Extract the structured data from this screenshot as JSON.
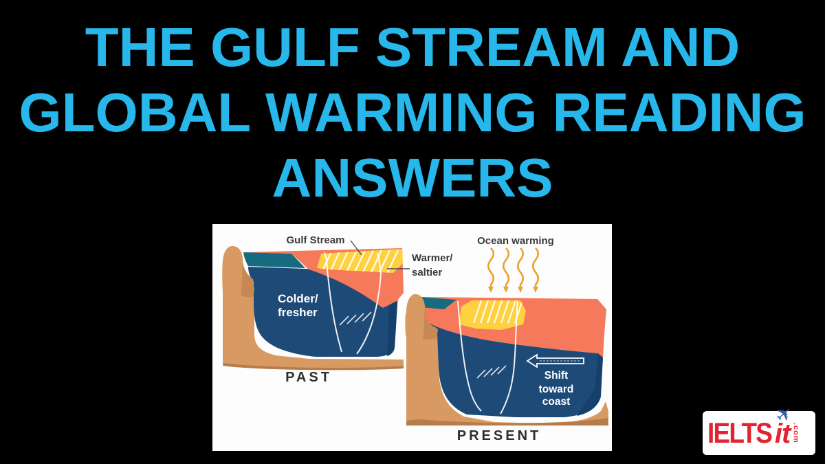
{
  "title": {
    "lines": [
      "THE GULF STREAM AND",
      "GLOBAL WARMING READING",
      "ANSWERS"
    ]
  },
  "diagram": {
    "labels": {
      "gulf_stream": "Gulf Stream",
      "ocean_warming": "Ocean warming",
      "warmer_line1": "Warmer/",
      "warmer_line2": "saltier",
      "colder_line1": "Colder/",
      "colder_line2": "fresher",
      "shift_line1": "Shift",
      "shift_line2": "toward",
      "shift_line3": "coast",
      "past": "PAST",
      "present": "PRESENT"
    },
    "icons": {
      "heat_waves": "heat-wave-arrows-icon",
      "shift_arrow": "left-arrow-icon",
      "stream_hatching": "current-hatching-icon"
    }
  },
  "logo": {
    "brand": "IELTS",
    "suffix": "it",
    "tld": ".com",
    "plane": "airplane-icon"
  },
  "colors": {
    "accent": "#27b7ea",
    "panel_bg": "#fdfdfd",
    "ocean_front": "#1e4a77",
    "ocean_side": "#16406b",
    "ocean_top": "#176b80",
    "warm": "#f5795a",
    "stream_yellow": "#fdd13f",
    "land": "#d89a62",
    "land_dark": "#b87c4a",
    "heat_wave": "#eca22d",
    "label_dark": "#3a3a3a",
    "label_light": "#ffffff",
    "brand_red": "#e32330",
    "plane_blue": "#2d5ba6"
  }
}
